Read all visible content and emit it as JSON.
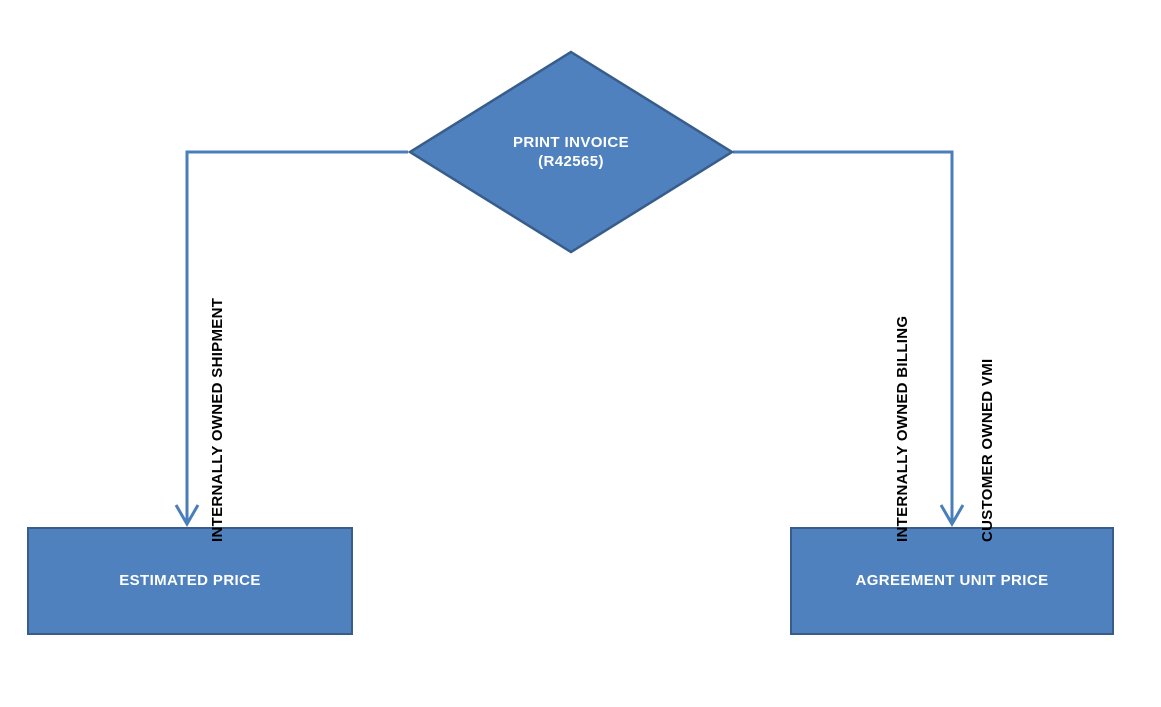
{
  "diagram": {
    "title": "Print Invoice Pricing Decision Flow",
    "type": "flowchart",
    "colors": {
      "shape_fill": "#4E81BD",
      "shape_border": "#385D8A",
      "connector": "#4A7EBB",
      "shape_text": "#FFFFFF",
      "edge_label_text": "#000000",
      "background": "#FFFFFF"
    },
    "decision": {
      "name": "print-invoice",
      "line1": "PRINT INVOICE",
      "line2": "(R42565)"
    },
    "outcomes": [
      {
        "name": "estimated-price",
        "label": "ESTIMATED PRICE"
      },
      {
        "name": "agreement-unit-price",
        "label": "AGREEMENT UNIT PRICE"
      }
    ],
    "edge_labels": [
      {
        "name": "internally-owned-shipment",
        "text": "INTERNALLY  OWNED SHIPMENT"
      },
      {
        "name": "internally-owned-billing",
        "text": "INTERNALLY  OWNED BILLING"
      },
      {
        "name": "customer-owned-vmi",
        "text": "CUSTOMER OWNED VMI"
      }
    ]
  }
}
